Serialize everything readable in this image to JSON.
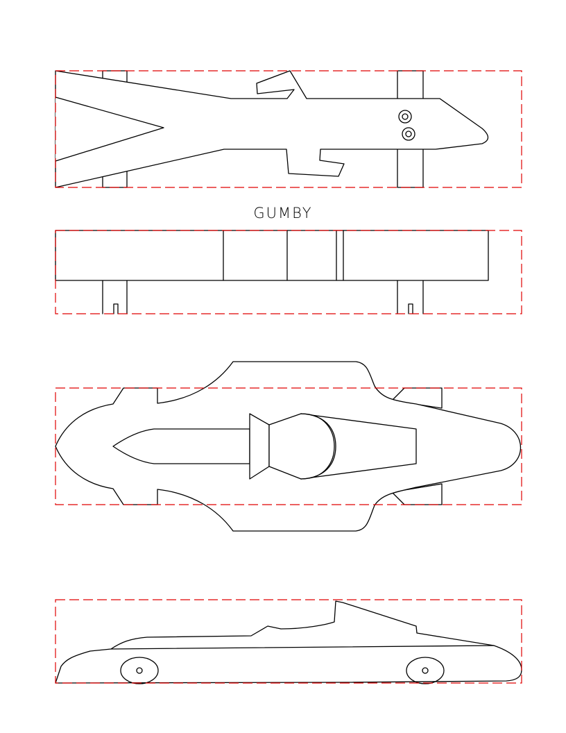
{
  "title": "GUMBY",
  "colors": {
    "outline": "#000000",
    "block_outline": "#e00000",
    "background": "#ffffff"
  },
  "views": [
    {
      "name": "gumby-top-view"
    },
    {
      "name": "gumby-side-view"
    },
    {
      "name": "racer-top-view"
    },
    {
      "name": "racer-side-view"
    }
  ]
}
